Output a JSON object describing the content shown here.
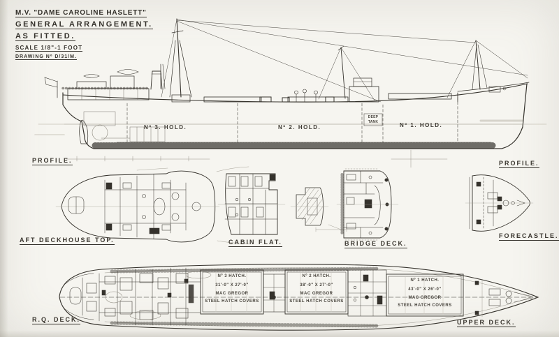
{
  "title_block": {
    "vessel": "M.V. \"DAME CAROLINE HASLETT\"",
    "drawing_type": "GENERAL ARRANGEMENT.",
    "status": "AS FITTED.",
    "scale": "SCALE 1/8\"-1 FOOT",
    "drawing_no": "DRAWING Nº D/31/M."
  },
  "profile_view": {
    "label_left": "PROFILE.",
    "label_right": "PROFILE.",
    "holds": {
      "no3": "Nº 3. HOLD.",
      "no2": "Nº 2. HOLD.",
      "no1": "Nº 1. HOLD."
    },
    "deep_tank": "DEEP TANK"
  },
  "plan_views": {
    "aft_deckhouse_top": "AFT DECKHOUSE TOP.",
    "cabin_flat": "CABIN FLAT.",
    "bridge_deck": "BRIDGE DECK.",
    "forecastle": "FORECASTLE."
  },
  "deck_plan": {
    "label_left": "R.Q. DECK.",
    "label_right": "UPPER DECK.",
    "hatches": [
      {
        "name": "Nº 3 HATCH.",
        "size": "31'-0\" X 27'-0\"",
        "maker": "MAC GREGOR",
        "covers": "STEEL HATCH COVERS"
      },
      {
        "name": "Nº 2 HATCH.",
        "size": "38'-0\" X 27'-0\"",
        "maker": "MAC GREGOR",
        "covers": "STEEL HATCH COVERS"
      },
      {
        "name": "Nº 1 HATCH.",
        "size": "43'-0\" X 26'-0\"",
        "maker": "MAC GREGOR",
        "covers": "STEEL HATCH COVERS"
      }
    ]
  },
  "colors": {
    "ink": "#35322c",
    "paper": "#f6f5f0",
    "faint": "#a29e93"
  }
}
